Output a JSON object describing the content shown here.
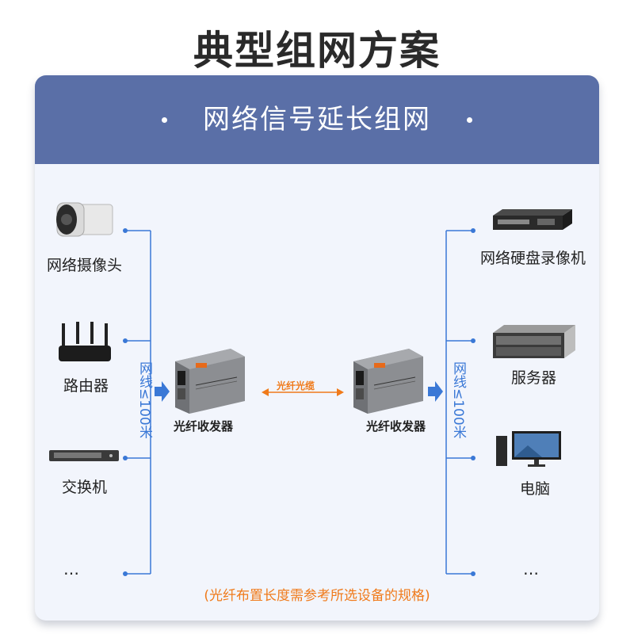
{
  "title": "典型组网方案",
  "banner": "网络信号延长组网",
  "left_devices": [
    "网络摄像头",
    "路由器",
    "交换机"
  ],
  "right_devices": [
    "网络硬盘录像机",
    "服务器",
    "电脑"
  ],
  "ellipsis": "…",
  "cable_label": "网线≤100米",
  "converter_label": "光纤收发器",
  "fiber_label": "光纤光缆",
  "note": "(光纤布置长度需参考所选设备的规格)",
  "colors": {
    "banner": "#5a6fa7",
    "line": "#3a78d6",
    "accent": "#f07a1a"
  },
  "icons": [
    "camera-icon",
    "router-icon",
    "switch-icon",
    "nvr-icon",
    "server-icon",
    "computer-icon",
    "media-converter-icon"
  ]
}
